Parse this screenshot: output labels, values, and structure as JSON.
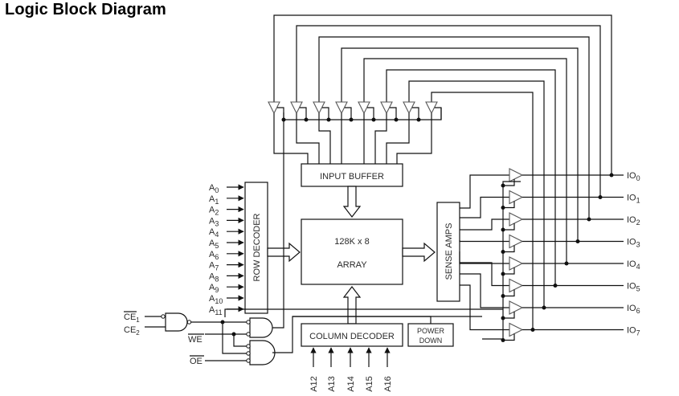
{
  "title": "Logic Block Diagram",
  "blocks": {
    "input_buffer": "INPUT BUFFER",
    "array_line1": "128K x 8",
    "array_line2": "ARRAY",
    "row_decoder": "ROW DECODER",
    "sense_amps": "SENSE AMPS",
    "column_decoder": "COLUMN DECODER",
    "power_down_line1": "POWER",
    "power_down_line2": "DOWN"
  },
  "row_address_inputs": [
    {
      "base": "A",
      "sub": "0"
    },
    {
      "base": "A",
      "sub": "1"
    },
    {
      "base": "A",
      "sub": "2"
    },
    {
      "base": "A",
      "sub": "3"
    },
    {
      "base": "A",
      "sub": "4"
    },
    {
      "base": "A",
      "sub": "5"
    },
    {
      "base": "A",
      "sub": "6"
    },
    {
      "base": "A",
      "sub": "7"
    },
    {
      "base": "A",
      "sub": "8"
    },
    {
      "base": "A",
      "sub": "9"
    },
    {
      "base": "A",
      "sub": "10"
    },
    {
      "base": "A",
      "sub": "11"
    }
  ],
  "column_address_inputs": [
    "A12",
    "A13",
    "A14",
    "A15",
    "A16"
  ],
  "io_pins": [
    {
      "base": "IO",
      "sub": "0"
    },
    {
      "base": "IO",
      "sub": "1"
    },
    {
      "base": "IO",
      "sub": "2"
    },
    {
      "base": "IO",
      "sub": "3"
    },
    {
      "base": "IO",
      "sub": "4"
    },
    {
      "base": "IO",
      "sub": "5"
    },
    {
      "base": "IO",
      "sub": "6"
    },
    {
      "base": "IO",
      "sub": "7"
    }
  ],
  "control_inputs": [
    {
      "base": "CE",
      "sub": "1",
      "active_low": true
    },
    {
      "base": "CE",
      "sub": "2",
      "active_low": false
    },
    {
      "base": "WE",
      "sub": "",
      "active_low": true
    },
    {
      "base": "OE",
      "sub": "",
      "active_low": true
    }
  ]
}
